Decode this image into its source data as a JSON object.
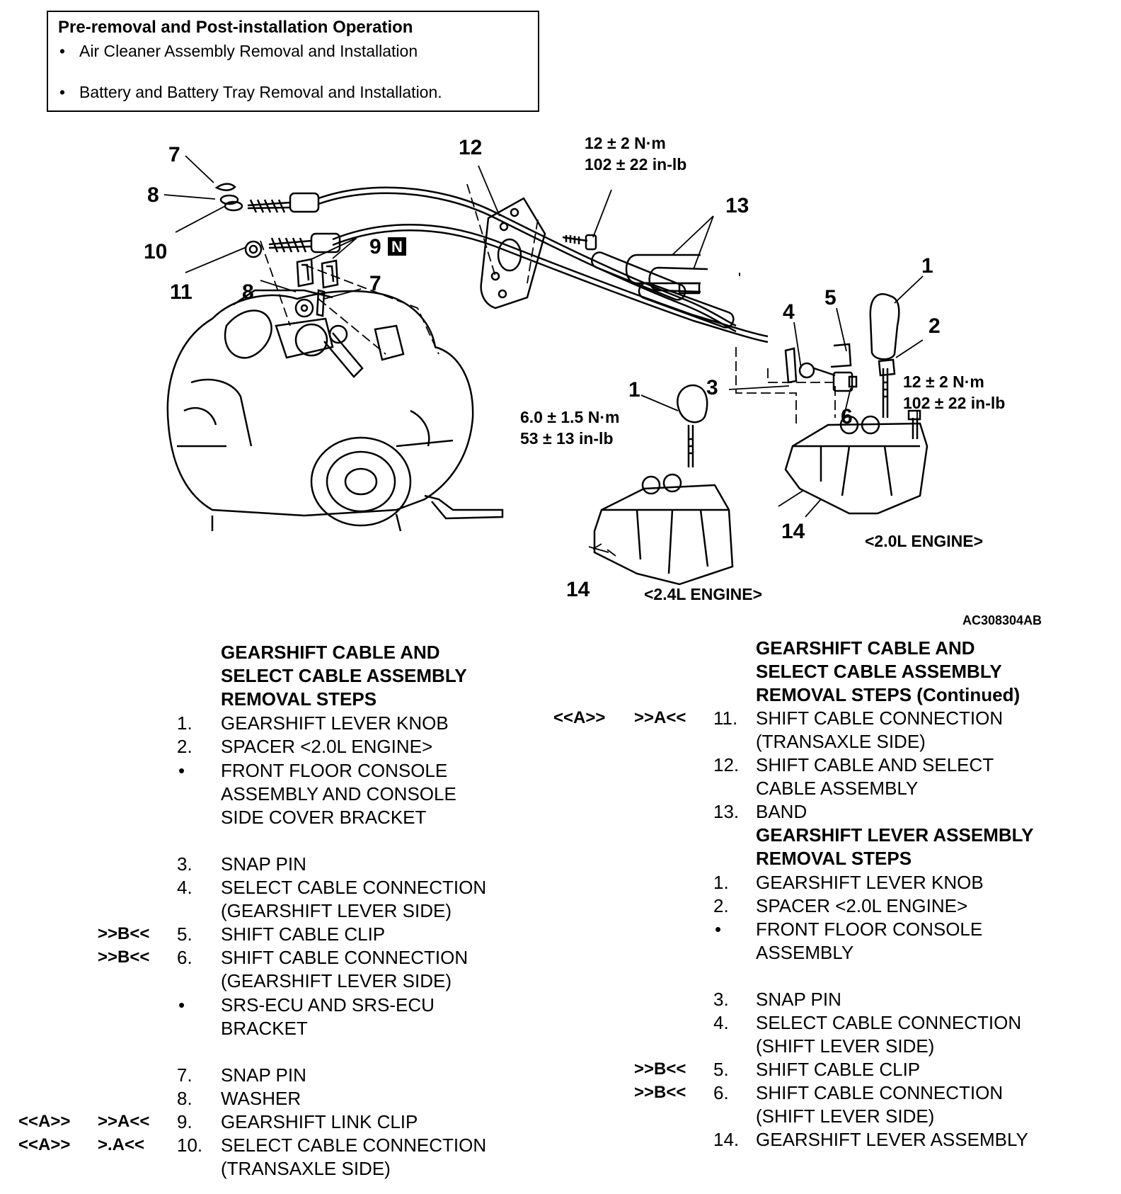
{
  "pre_box": {
    "title": "Pre-removal and Post-installation Operation",
    "bullets": [
      "Air Cleaner Assembly Removal and Installation",
      "Battery and Battery Tray Removal and Installation."
    ]
  },
  "diagram": {
    "callouts": [
      "7",
      "8",
      "10",
      "11",
      "12",
      "9",
      "N",
      "8",
      "7",
      "13",
      "1",
      "2",
      "5",
      "4",
      "3",
      "6",
      "1",
      "14",
      "14"
    ],
    "torque_top": [
      "12 ± 2 N·m",
      "102 ± 22 in-lb"
    ],
    "torque_right": [
      "12 ± 2 N·m",
      "102 ± 22 in-lb"
    ],
    "torque_knob": [
      "6.0 ± 1.5 N·m",
      "53 ± 13 in-lb"
    ],
    "engine_20": "<2.0L ENGINE>",
    "engine_24": "<2.4L ENGINE>",
    "figure_code": "AC308304AB"
  },
  "left_column": {
    "heading": [
      "GEARSHIFT CABLE AND",
      "SELECT CABLE ASSEMBLY",
      "REMOVAL STEPS"
    ],
    "items": [
      {
        "m1": "",
        "m2": "",
        "num": "1.",
        "lines": [
          "GEARSHIFT LEVER KNOB"
        ]
      },
      {
        "m1": "",
        "m2": "",
        "num": "2.",
        "lines": [
          "SPACER <2.0L ENGINE>"
        ]
      },
      {
        "m1": "",
        "m2": "",
        "num": "•",
        "lines": [
          "FRONT FLOOR CONSOLE",
          "ASSEMBLY AND CONSOLE",
          "SIDE COVER BRACKET"
        ]
      },
      {
        "m1": "",
        "m2": "",
        "num": "3.",
        "lines": [
          "SNAP PIN"
        ]
      },
      {
        "m1": "",
        "m2": "",
        "num": "4.",
        "lines": [
          "SELECT CABLE CONNECTION",
          "(GEARSHIFT LEVER SIDE)"
        ]
      },
      {
        "m1": "",
        "m2": ">>B<<",
        "num": "5.",
        "lines": [
          "SHIFT CABLE CLIP"
        ]
      },
      {
        "m1": "",
        "m2": ">>B<<",
        "num": "6.",
        "lines": [
          "SHIFT CABLE CONNECTION",
          "(GEARSHIFT LEVER SIDE)"
        ]
      },
      {
        "m1": "",
        "m2": "",
        "num": "•",
        "lines": [
          "SRS-ECU AND SRS-ECU",
          "BRACKET"
        ]
      },
      {
        "m1": "",
        "m2": "",
        "num": "7.",
        "lines": [
          "SNAP PIN"
        ]
      },
      {
        "m1": "",
        "m2": "",
        "num": "8.",
        "lines": [
          "WASHER"
        ]
      },
      {
        "m1": "<<A>>",
        "m2": ">>A<<",
        "num": "9.",
        "lines": [
          "GEARSHIFT LINK CLIP"
        ]
      },
      {
        "m1": "<<A>>",
        "m2": ">.A<<",
        "num": "10.",
        "lines": [
          "SELECT CABLE CONNECTION",
          "(TRANSAXLE SIDE)"
        ]
      }
    ]
  },
  "right_column": {
    "heading": [
      "GEARSHIFT CABLE AND",
      "SELECT CABLE ASSEMBLY",
      "REMOVAL STEPS (Continued)"
    ],
    "items": [
      {
        "m1": "<<A>>",
        "m2": ">>A<<",
        "num": "11.",
        "lines": [
          "SHIFT CABLE CONNECTION",
          "(TRANSAXLE SIDE)"
        ]
      },
      {
        "m1": "",
        "m2": "",
        "num": "12.",
        "lines": [
          "SHIFT CABLE AND SELECT",
          "CABLE ASSEMBLY"
        ]
      },
      {
        "m1": "",
        "m2": "",
        "num": "13.",
        "lines": [
          "BAND"
        ]
      }
    ],
    "heading2": [
      "GEARSHIFT LEVER ASSEMBLY",
      "REMOVAL STEPS"
    ],
    "items2": [
      {
        "m1": "",
        "m2": "",
        "num": "1.",
        "lines": [
          "GEARSHIFT LEVER KNOB"
        ]
      },
      {
        "m1": "",
        "m2": "",
        "num": "2.",
        "lines": [
          "SPACER <2.0L ENGINE>"
        ]
      },
      {
        "m1": "",
        "m2": "",
        "num": "•",
        "lines": [
          "FRONT FLOOR CONSOLE",
          "ASSEMBLY"
        ]
      },
      {
        "m1": "",
        "m2": "",
        "num": "3.",
        "lines": [
          "SNAP PIN"
        ]
      },
      {
        "m1": "",
        "m2": "",
        "num": "4.",
        "lines": [
          "SELECT CABLE CONNECTION",
          "(SHIFT LEVER SIDE)"
        ]
      },
      {
        "m1": "",
        "m2": ">>B<<",
        "num": "5.",
        "lines": [
          "SHIFT CABLE CLIP"
        ]
      },
      {
        "m1": "",
        "m2": ">>B<<",
        "num": "6.",
        "lines": [
          "SHIFT CABLE CONNECTION",
          "(SHIFT LEVER SIDE)"
        ]
      },
      {
        "m1": "",
        "m2": "",
        "num": "14.",
        "lines": [
          "GEARSHIFT LEVER ASSEMBLY"
        ]
      }
    ]
  }
}
